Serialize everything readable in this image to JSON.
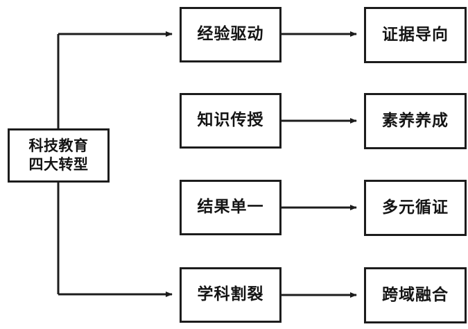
{
  "diagram": {
    "type": "tree-flow",
    "root": {
      "id": "root",
      "label": "科技教育\n四大转型",
      "line1": "科技教育",
      "line2": "四大转型"
    },
    "branches": [
      {
        "id": "branch-1",
        "from_label": "经验驱动",
        "to_label": "证据导向",
        "has_trunk_arrow": true
      },
      {
        "id": "branch-2",
        "from_label": "知识传授",
        "to_label": "素养养成",
        "has_trunk_arrow": false
      },
      {
        "id": "branch-3",
        "from_label": "结果单一",
        "to_label": "多元循证",
        "has_trunk_arrow": false
      },
      {
        "id": "branch-4",
        "from_label": "学科割裂",
        "to_label": "跨域融合",
        "has_trunk_arrow": true
      }
    ],
    "style": {
      "background": "#ffffff",
      "stroke": "#1c1c1c",
      "text": "#141414",
      "stroke_width": 3
    }
  }
}
